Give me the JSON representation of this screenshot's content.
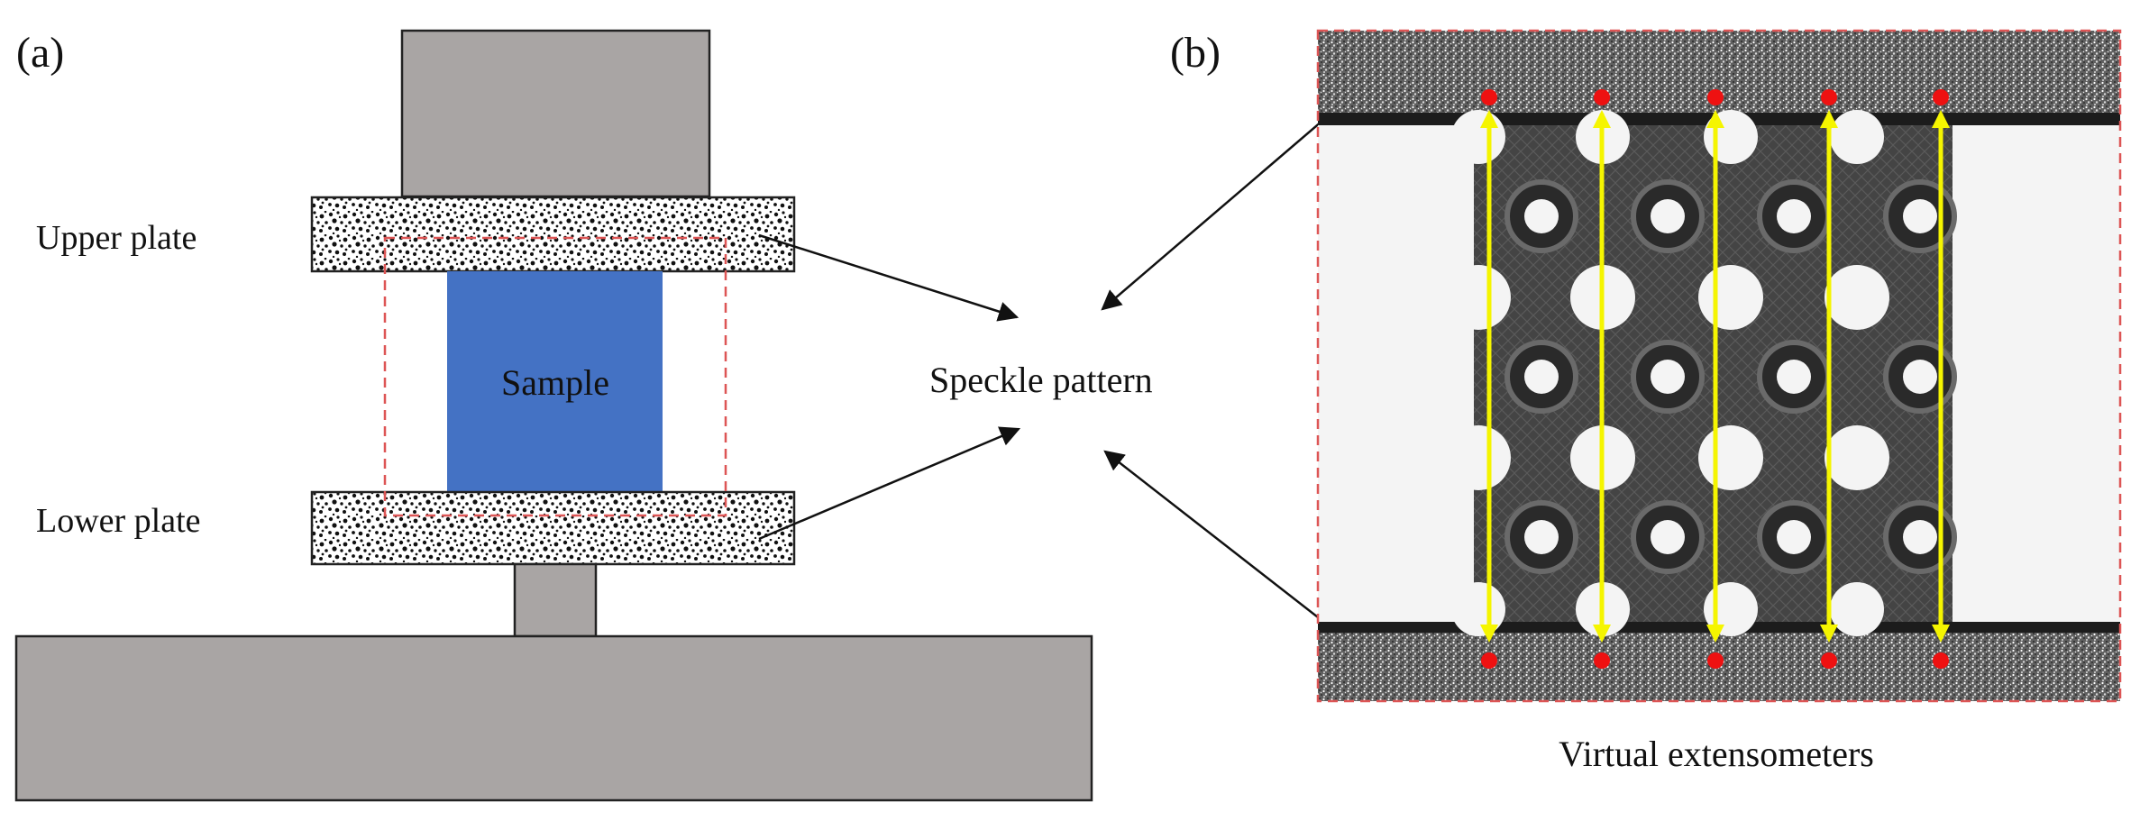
{
  "panel_a": {
    "label": "(a)",
    "upper_plate_label": "Upper plate",
    "lower_plate_label": "Lower plate",
    "sample_label": "Sample"
  },
  "speckle_label": "Speckle pattern",
  "panel_b": {
    "label": "(b)",
    "caption": "Virtual extensometers"
  },
  "colors": {
    "machine_gray": "#a9a5a4",
    "sample_blue": "#4472c4",
    "extensometer_yellow": "#f5f500",
    "marker_red": "#ee1111",
    "dashed_red": "#dd5555",
    "lattice_dark": "#3e3e3e"
  },
  "extensometer_count": 5
}
